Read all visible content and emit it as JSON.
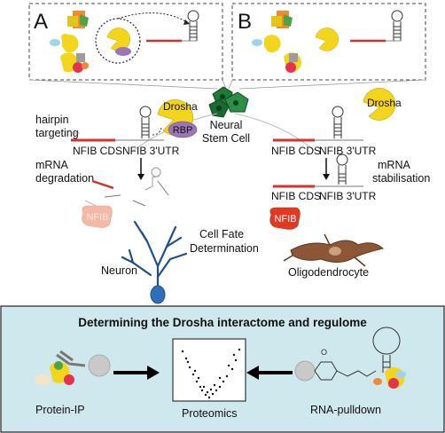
{
  "panels": {
    "a": {
      "letter": "A"
    },
    "b": {
      "letter": "B"
    }
  },
  "center": {
    "line1": "Neural",
    "line2": "Stem Cell"
  },
  "left": {
    "drosha": "Drosha",
    "rbp": "RBP",
    "hairpin_line1": "hairpin",
    "hairpin_line2": "targeting",
    "cds": "NFIB CDS",
    "utr": "NFIB 3'UTR",
    "mrna_line1": "mRNA",
    "mrna_line2": "degradation",
    "protein": "NFIB",
    "cell": "Neuron"
  },
  "middle": {
    "fate_line1": "Cell Fate",
    "fate_line2": "Determination"
  },
  "right": {
    "drosha": "Drosha",
    "cds_top": "NFIB CDS",
    "utr_top": "NFIB 3'UTR",
    "cds_bottom": "NFIB CDS",
    "utr_bottom": "NFIB 3'UTR",
    "mrna_line1": "mRNA",
    "mrna_line2": "stabilisation",
    "protein": "NFIB",
    "cell": "Oligodendrocyte"
  },
  "bottom": {
    "title": "Determining the Drosha interactome and regulome",
    "method_left": "Protein-IP",
    "method_middle": "Proteomics",
    "method_right": "RNA-pulldown"
  },
  "colors": {
    "drosha": "#f2d51c",
    "rbp": "#9b76b4",
    "rna_red": "#d9302a",
    "nfib_pink": "#f3b9a4",
    "nfib_red": "#e13a22",
    "neuron": "#2f6fb6",
    "oligo": "#8d5637",
    "stem_green": "#1f7a3a",
    "panel_bg": "#cfe8ed"
  }
}
